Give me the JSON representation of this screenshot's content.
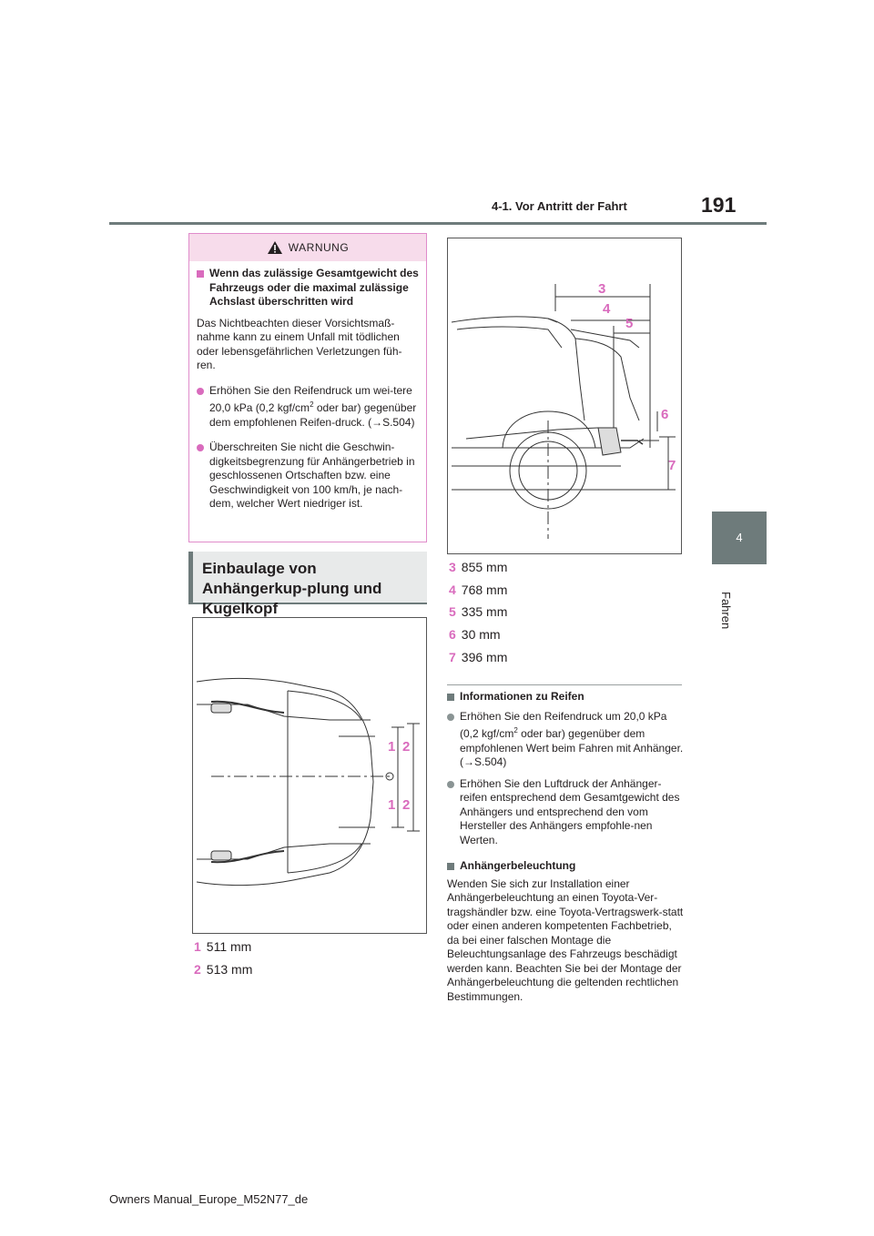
{
  "header": {
    "section": "4-1. Vor Antritt der Fahrt",
    "page_number": "191"
  },
  "side_tab": {
    "number": "4",
    "label": "Fahren"
  },
  "warning": {
    "title": "WARNUNG",
    "heading": "Wenn das zulässige Gesamtgewicht des Fahrzeugs oder die maximal zulässige Achslast überschritten wird",
    "intro": "Das Nichtbeachten dieser Vorsichtsmaß-nahme kann zu einem Unfall mit tödlichen oder lebensgefährlichen Verletzungen füh-ren.",
    "bullet1_a": "Erhöhen Sie den Reifendruck um wei-tere 20,0 kPa (0,2 kgf/cm",
    "bullet1_sup": "2",
    "bullet1_b": " oder bar) gegenüber dem empfohlenen Reifen-druck. (→S.504)",
    "bullet2": "Überschreiten Sie nicht die Geschwin-digkeitsbegrenzung für Anhängerbetrieb in geschlossenen Ortschaften bzw. eine Geschwindigkeit von 100 km/h, je nach-dem, welcher Wert niedriger ist."
  },
  "section_heading": "Einbaulage von Anhängerkup-plung und Kugelkopf",
  "top_view": {
    "labels": [
      "1",
      "2",
      "1",
      "2"
    ],
    "measurements": [
      {
        "num": "1",
        "value": "511 mm"
      },
      {
        "num": "2",
        "value": "513 mm"
      }
    ]
  },
  "side_view": {
    "labels": [
      "3",
      "4",
      "5",
      "6",
      "7"
    ],
    "measurements": [
      {
        "num": "3",
        "value": "855 mm"
      },
      {
        "num": "4",
        "value": "768 mm"
      },
      {
        "num": "5",
        "value": "335 mm"
      },
      {
        "num": "6",
        "value": "30 mm"
      },
      {
        "num": "7",
        "value": "396 mm"
      }
    ]
  },
  "tires": {
    "heading": "Informationen zu Reifen",
    "bullet1_a": "Erhöhen Sie den Reifendruck um 20,0 kPa (0,2 kgf/cm",
    "bullet1_sup": "2",
    "bullet1_b": " oder bar) gegenüber dem empfohlenen Wert beim Fahren mit Anhänger. (→S.504)",
    "bullet2": "Erhöhen Sie den Luftdruck der Anhänger-reifen entsprechend dem Gesamtgewicht des Anhängers und entsprechend den vom Hersteller des Anhängers empfohle-nen Werten."
  },
  "lights": {
    "heading": "Anhängerbeleuchtung",
    "body": "Wenden Sie sich zur Installation einer Anhängerbeleuchtung an einen Toyota-Ver-tragshändler bzw. eine Toyota-Vertragswerk-statt oder einen anderen kompetenten Fachbetrieb, da bei einer falschen Montage die Beleuchtungsanlage des Fahrzeugs beschädigt werden kann. Beachten Sie bei der Montage der Anhängerbeleuchtung die geltenden rechtlichen Bestimmungen."
  },
  "footer": "Owners Manual_Europe_M52N77_de",
  "colors": {
    "accent": "#d96bbd",
    "tab_gray": "#6e7b7b"
  }
}
